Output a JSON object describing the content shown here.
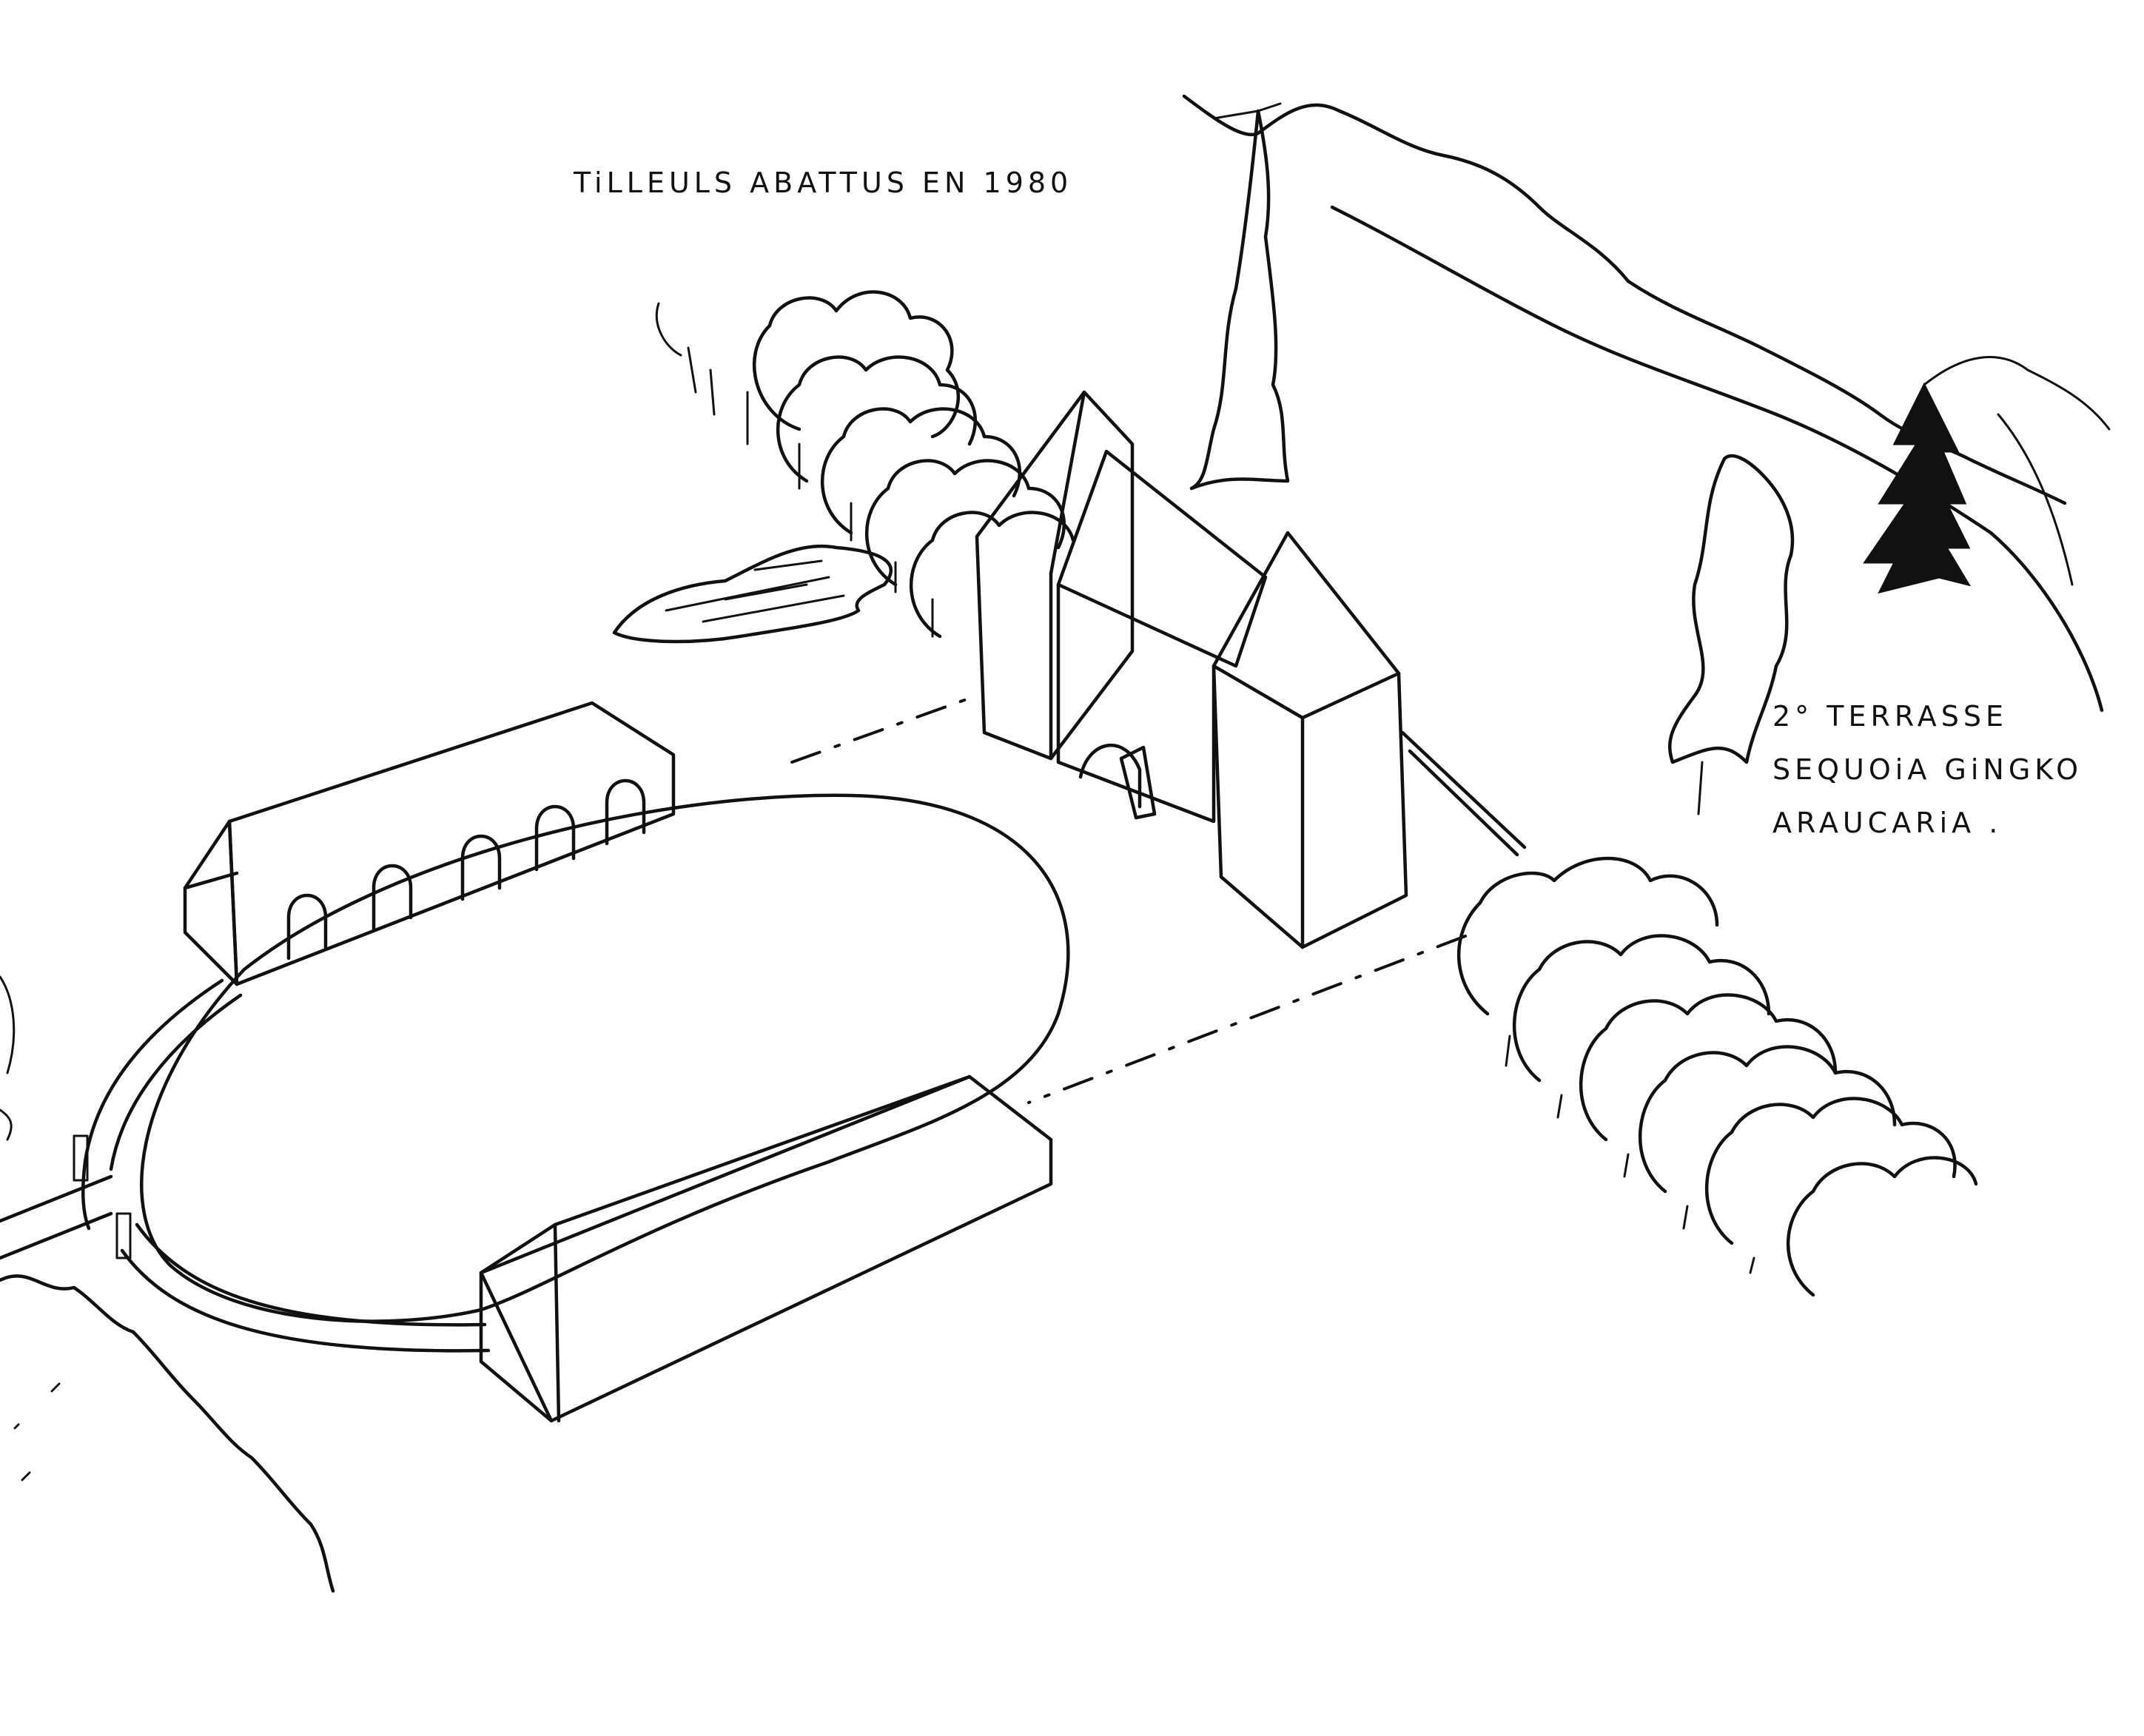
{
  "annotations": {
    "tilleuls": "TiLLEULS  ABATTUS  EN  1980",
    "terrasse_line1": "2° TERRASSE",
    "terrasse_line2": "SEQUOiA  GiNGKO",
    "terrasse_line3": "ARAUCARiA ."
  },
  "colors": {
    "ink": "#111111",
    "paper": "#ffffff"
  }
}
